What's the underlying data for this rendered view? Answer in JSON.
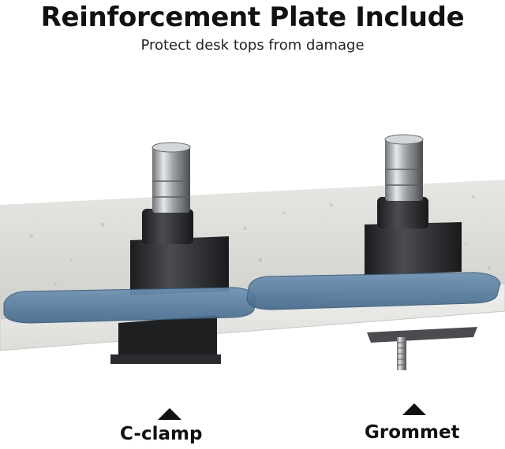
{
  "header": {
    "title": "Reinforcement Plate Include",
    "subtitle": "Protect desk tops from damage"
  },
  "labels": {
    "left": "C-clamp",
    "right": "Grommet"
  },
  "colors": {
    "plate": "#5b7d9d",
    "marble": "#d9d9d6",
    "metal_dark": "#2b2d30",
    "chrome": "#b8bcc0"
  },
  "icons": {
    "pointer": "triangle-up-icon"
  }
}
